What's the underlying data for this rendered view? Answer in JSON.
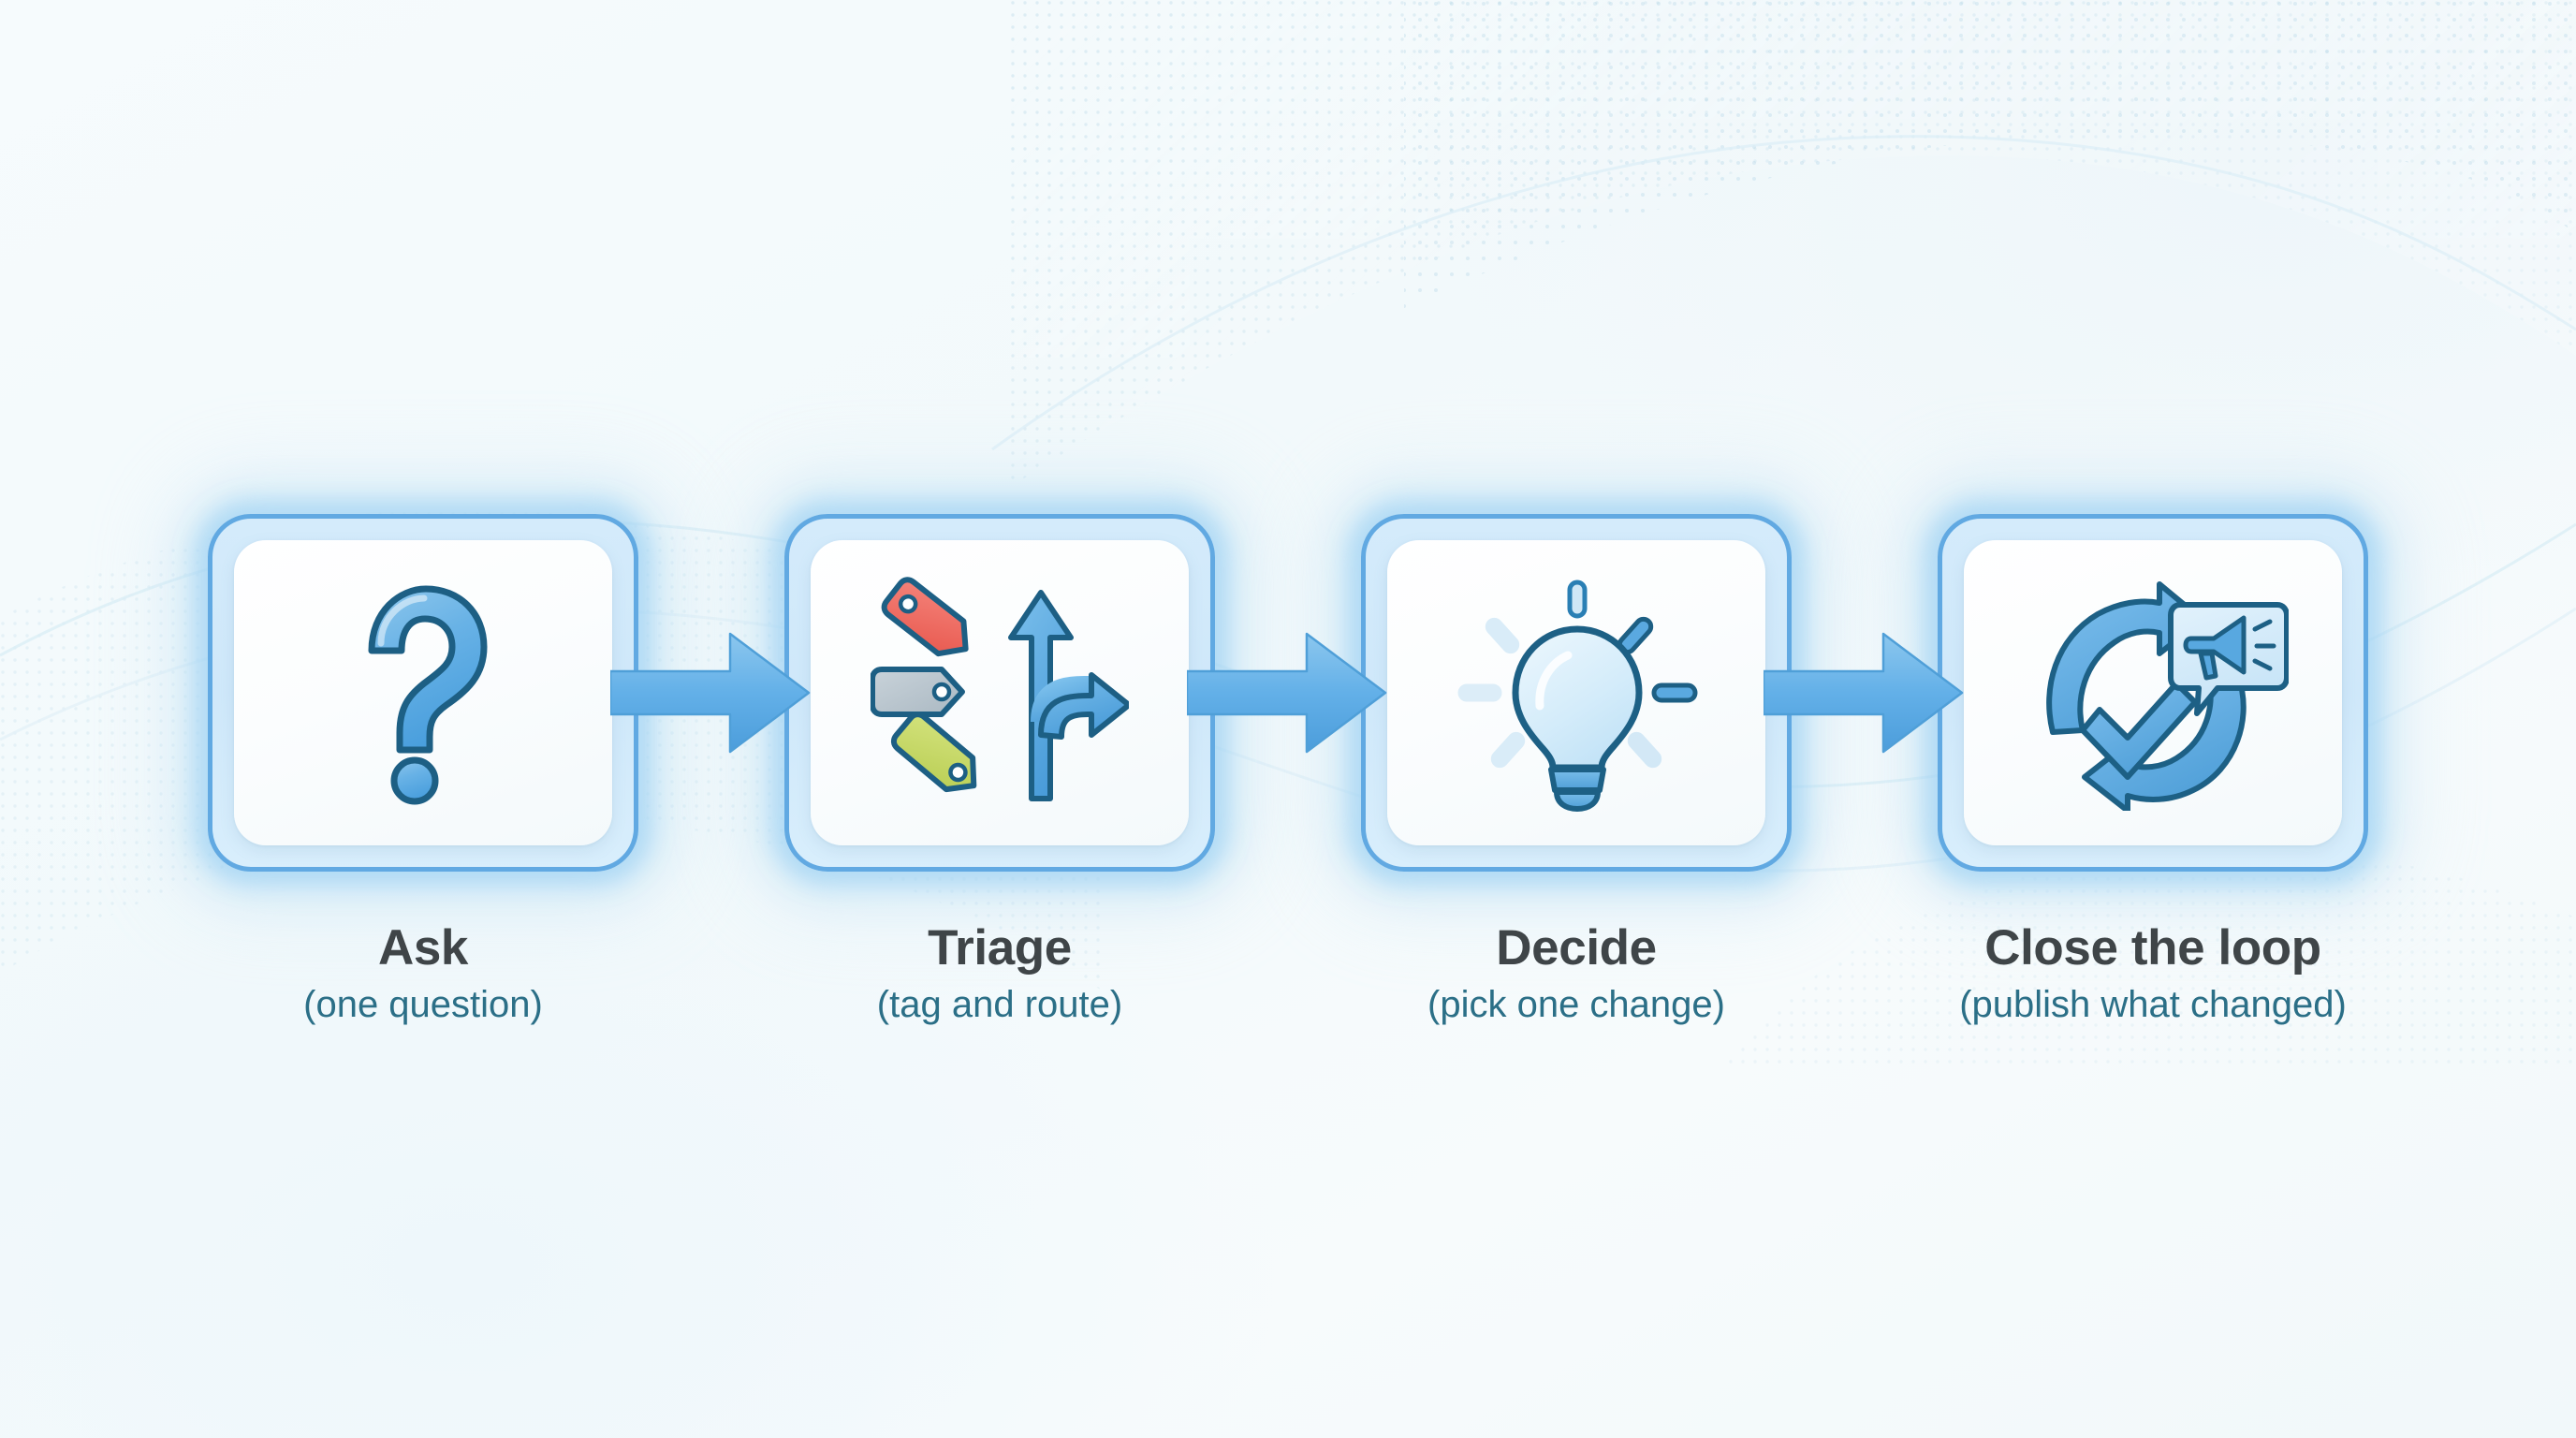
{
  "theme": {
    "background": "#f4fafc",
    "card_border": "#61a9e2",
    "card_glow": "#cfe8fa",
    "card_face": "#ffffff",
    "arrow_fill": "#5aa9e6",
    "arrow_stroke": "#3f8fd4",
    "title_color": "#3f4548",
    "subtitle_color": "#2b6f87",
    "icon_outline": "#1d5f84",
    "icon_blue": "#58a8e0",
    "tag_red": "#ef6b62",
    "tag_gray": "#b9c4cc",
    "tag_green": "#c4d765"
  },
  "diagram": {
    "type": "linear-process-flow",
    "orientation": "horizontal",
    "step_count": 4,
    "connector_count": 3,
    "connector_icon": "right-arrow-icon",
    "steps": [
      {
        "index": 1,
        "title": "Ask",
        "subtitle": "(one question)",
        "icon": "question-mark-icon"
      },
      {
        "index": 2,
        "title": "Triage",
        "subtitle": "(tag and route)",
        "icon": "tags-and-branching-arrows-icon"
      },
      {
        "index": 3,
        "title": "Decide",
        "subtitle": "(pick one change)",
        "icon": "lightbulb-icon"
      },
      {
        "index": 4,
        "title": "Close the loop",
        "subtitle": "(publish what changed)",
        "icon": "refresh-check-megaphone-icon"
      }
    ]
  }
}
